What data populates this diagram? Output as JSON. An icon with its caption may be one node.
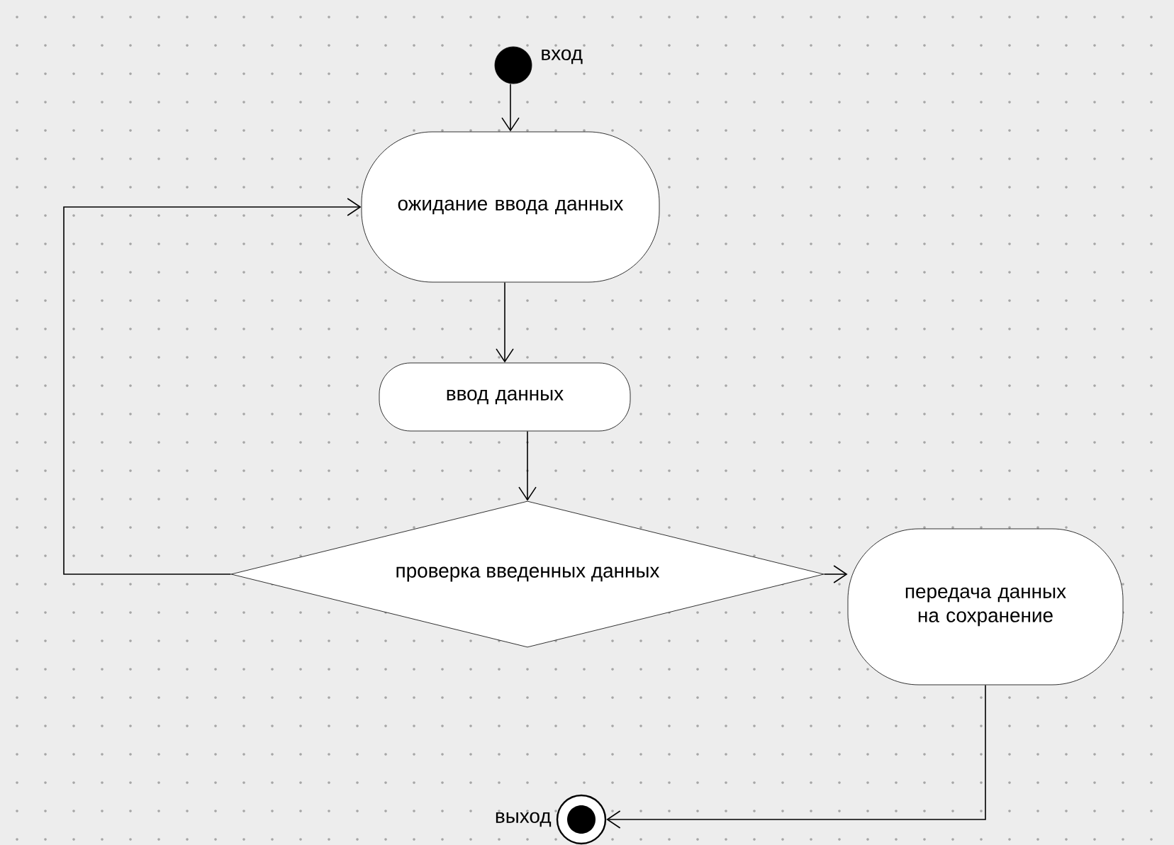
{
  "diagram": {
    "nodes": [
      {
        "text": [],
        "shape": "circle",
        "beside": [
          "вход"
        ]
      },
      {
        "text": [
          "ожидание ввода данных"
        ]
      },
      {
        "text": [
          "ввод данных"
        ]
      },
      {
        "text": [
          "проверка введенных данных"
        ]
      },
      {
        "text": [
          "передача данных на сохранение"
        ]
      },
      {
        "text": [],
        "shape": "circle",
        "beside": [
          "выход"
        ]
      }
    ],
    "edges": [
      {
        "from": 0,
        "to": 1,
        "arrow": "to"
      },
      {
        "from": 1,
        "to": 2,
        "arrow": "to"
      },
      {
        "from": 2,
        "to": 3,
        "arrow": "to"
      },
      {
        "from": 3,
        "to": 1,
        "arrow": "to"
      },
      {
        "from": 3,
        "to": 4,
        "arrow": "to"
      },
      {
        "from": 4,
        "to": 5,
        "arrow": "to"
      }
    ]
  }
}
